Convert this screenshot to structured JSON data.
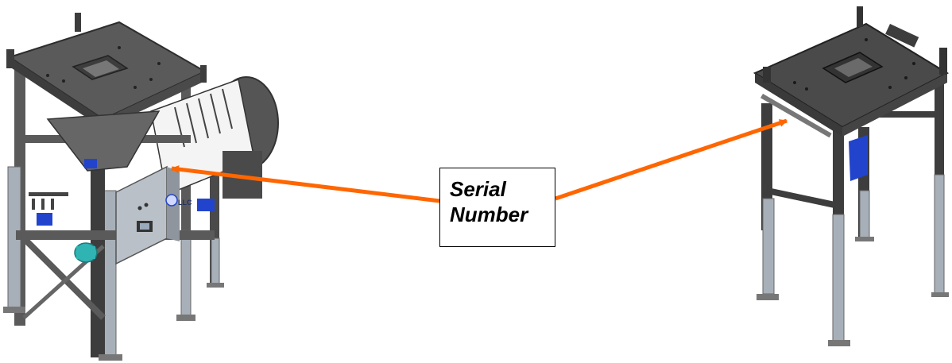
{
  "callout": {
    "line1": "Serial",
    "line2": "Number"
  },
  "left_machine": {
    "panel_label": "LLC"
  },
  "colors": {
    "arrow": "#ff6600",
    "frame_dark": "#3d3d3d",
    "frame_mid": "#5a5a5a",
    "leg_light": "#a7b0b8",
    "accent_blue": "#2244cc",
    "motor_teal": "#2fb3b3",
    "panel_grey": "#b9c0c8"
  },
  "icons": [
    "arrow-to-left-serial-plate",
    "arrow-to-right-serial-plate"
  ]
}
